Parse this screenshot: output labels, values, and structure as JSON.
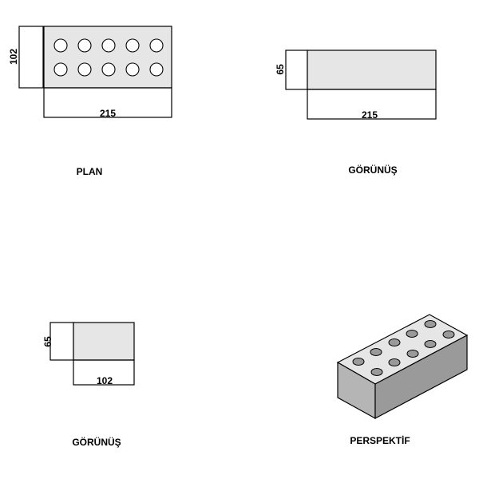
{
  "views": {
    "plan": {
      "caption": "PLAN",
      "length_dim": "215",
      "width_dim": "102",
      "holes_per_row": 5,
      "rows": 2
    },
    "side_elevation": {
      "caption": "GÖRÜNÜŞ",
      "length_dim": "215",
      "height_dim": "65"
    },
    "end_elevation": {
      "caption": "GÖRÜNÜŞ",
      "width_dim": "102",
      "height_dim": "65"
    },
    "perspective": {
      "caption": "PERSPEKTİF"
    }
  },
  "colors": {
    "face_light": "#e6e6e6",
    "face_mid": "#b5b5b5",
    "face_dark": "#9a9a9a",
    "hole_fill": "#9a9a9a",
    "line": "#000000"
  }
}
